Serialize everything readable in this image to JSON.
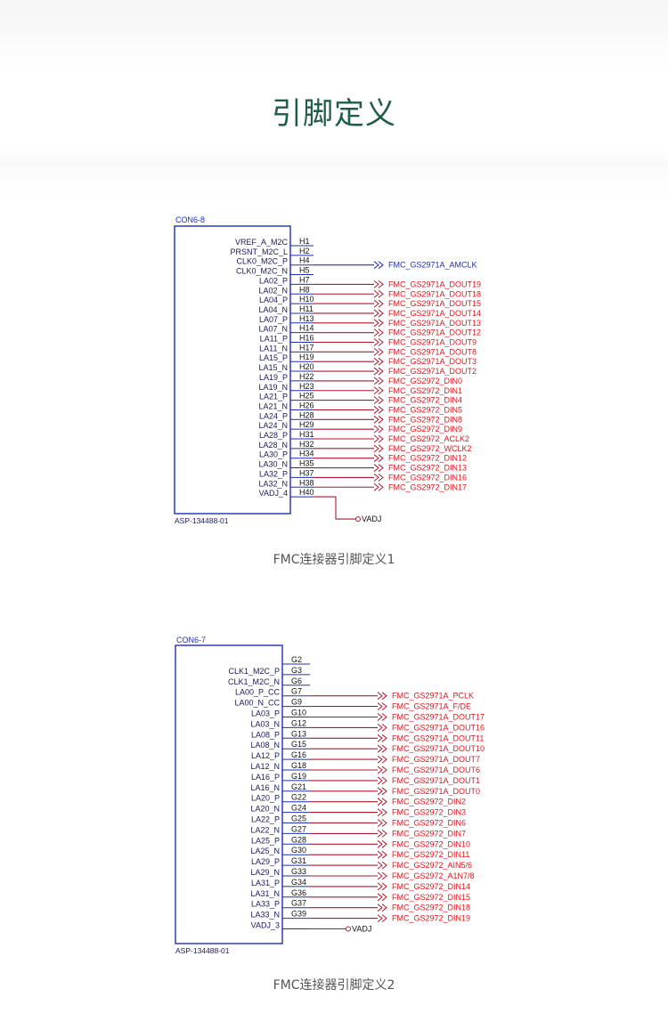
{
  "header": {
    "title": "引脚定义"
  },
  "diagrams": [
    {
      "ref": "CON6-8",
      "part": "ASP-134488-01",
      "caption": "FMC连接器引脚定义1",
      "pins": [
        {
          "sig": "VREF_A_M2C",
          "pin": "H1",
          "net": ""
        },
        {
          "sig": "PRSNT_M2C_L",
          "pin": "H2",
          "net": ""
        },
        {
          "sig": "CLK0_M2C_P",
          "pin": "H4",
          "net": "FMC_GS2971A_AMCLK"
        },
        {
          "sig": "CLK0_M2C_N",
          "pin": "H5",
          "net": ""
        },
        {
          "sig": "LA02_P",
          "pin": "H7",
          "net": "FMC_GS2971A_DOUT19"
        },
        {
          "sig": "LA02_N",
          "pin": "H8",
          "net": "FMC_GS2971A_DOUT18"
        },
        {
          "sig": "LA04_P",
          "pin": "H10",
          "net": "FMC_GS2971A_DOUT15"
        },
        {
          "sig": "LA04_N",
          "pin": "H11",
          "net": "FMC_GS2971A_DOUT14"
        },
        {
          "sig": "LA07_P",
          "pin": "H13",
          "net": "FMC_GS2971A_DOUT13"
        },
        {
          "sig": "LA07_N",
          "pin": "H14",
          "net": "FMC_GS2971A_DOUT12"
        },
        {
          "sig": "LA11_P",
          "pin": "H16",
          "net": "FMC_GS2971A_DOUT9"
        },
        {
          "sig": "LA11_N",
          "pin": "H17",
          "net": "FMC_GS2971A_DOUT8"
        },
        {
          "sig": "LA15_P",
          "pin": "H19",
          "net": "FMC_GS2971A_DOUT3"
        },
        {
          "sig": "LA15_N",
          "pin": "H20",
          "net": "FMC_GS2971A_DOUT2"
        },
        {
          "sig": "LA19_P",
          "pin": "H22",
          "net": "FMC_GS2972_DIN0"
        },
        {
          "sig": "LA19_N",
          "pin": "H23",
          "net": "FMC_GS2972_DIN1"
        },
        {
          "sig": "LA21_P",
          "pin": "H25",
          "net": "FMC_GS2972_DIN4"
        },
        {
          "sig": "LA21_N",
          "pin": "H26",
          "net": "FMC_GS2972_DIN5"
        },
        {
          "sig": "LA24_P",
          "pin": "H28",
          "net": "FMC_GS2972_DIN8"
        },
        {
          "sig": "LA24_N",
          "pin": "H29",
          "net": "FMC_GS2972_DIN9"
        },
        {
          "sig": "LA28_P",
          "pin": "H31",
          "net": "FMC_GS2972_ACLK2"
        },
        {
          "sig": "LA28_N",
          "pin": "H32",
          "net": "FMC_GS2972_WCLK2"
        },
        {
          "sig": "LA30_P",
          "pin": "H34",
          "net": "FMC_GS2972_DIN12"
        },
        {
          "sig": "LA30_N",
          "pin": "H35",
          "net": "FMC_GS2972_DIN13"
        },
        {
          "sig": "LA32_P",
          "pin": "H37",
          "net": "FMC_GS2972_DIN16"
        },
        {
          "sig": "LA32_N",
          "pin": "H38",
          "net": "FMC_GS2972_DIN17"
        },
        {
          "sig": "VADJ_4",
          "pin": "H40",
          "net": ""
        }
      ],
      "extra_pin_labels": [],
      "power_net": "VADJ"
    },
    {
      "ref": "CON6-7",
      "part": "ASP-134488-01",
      "caption": "FMC连接器引脚定义2",
      "pins": [
        {
          "sig": "",
          "pin": "G2",
          "net": ""
        },
        {
          "sig": "CLK1_M2C_P",
          "pin": "G3",
          "net": ""
        },
        {
          "sig": "CLK1_M2C_N",
          "pin": "G6",
          "net": ""
        },
        {
          "sig": "LA00_P_CC",
          "pin": "G7",
          "net": "FMC_GS2971A_PCLK"
        },
        {
          "sig": "LA00_N_CC",
          "pin": "G9",
          "net": "FMC_GS2971A_F/DE"
        },
        {
          "sig": "LA03_P",
          "pin": "G10",
          "net": "FMC_GS2971A_DOUT17"
        },
        {
          "sig": "LA03_N",
          "pin": "G12",
          "net": "FMC_GS2971A_DOUT16"
        },
        {
          "sig": "LA08_P",
          "pin": "G13",
          "net": "FMC_GS2971A_DOUT11"
        },
        {
          "sig": "LA08_N",
          "pin": "G15",
          "net": "FMC_GS2971A_DOUT10"
        },
        {
          "sig": "LA12_P",
          "pin": "G16",
          "net": "FMC_GS2971A_DOUT7"
        },
        {
          "sig": "LA12_N",
          "pin": "G18",
          "net": "FMC_GS2971A_DOUT6"
        },
        {
          "sig": "LA16_P",
          "pin": "G19",
          "net": "FMC_GS2971A_DOUT1"
        },
        {
          "sig": "LA16_N",
          "pin": "G21",
          "net": "FMC_GS2971A_DOUT0"
        },
        {
          "sig": "LA20_P",
          "pin": "G22",
          "net": "FMC_GS2972_DIN2"
        },
        {
          "sig": "LA20_N",
          "pin": "G24",
          "net": "FMC_GS2972_DIN3"
        },
        {
          "sig": "LA22_P",
          "pin": "G25",
          "net": "FMC_GS2972_DIN6"
        },
        {
          "sig": "LA22_N",
          "pin": "G27",
          "net": "FMC_GS2972_DIN7"
        },
        {
          "sig": "LA25_P",
          "pin": "G28",
          "net": "FMC_GS2972_DIN10"
        },
        {
          "sig": "LA25_N",
          "pin": "G30",
          "net": "FMC_GS2972_DIN11"
        },
        {
          "sig": "LA29_P",
          "pin": "G31",
          "net": "FMC_GS2972_AIN5/6"
        },
        {
          "sig": "LA29_N",
          "pin": "G33",
          "net": "FMC_GS2972_A1N7/8"
        },
        {
          "sig": "LA31_P",
          "pin": "G34",
          "net": "FMC_GS2972_DIN14"
        },
        {
          "sig": "LA31_N",
          "pin": "G36",
          "net": "FMC_GS2972_DIN15"
        },
        {
          "sig": "LA33_P",
          "pin": "G37",
          "net": "FMC_GS2972_DIN18"
        },
        {
          "sig": "LA33_N",
          "pin": "G39",
          "net": "FMC_GS2972_DIN19"
        },
        {
          "sig": "VADJ_3",
          "pin": "",
          "net": ""
        }
      ],
      "extra_pin_labels": [],
      "power_net": "VADJ"
    }
  ],
  "colors": {
    "title_green": "#1e5d46",
    "box_blue": "#1d2fb5",
    "net_red": "#e3141b",
    "net_blue": "#1d2fb5",
    "wire_red": "#b0172a",
    "text_dark": "#1a1a5e",
    "caption_gray": "#555555"
  }
}
